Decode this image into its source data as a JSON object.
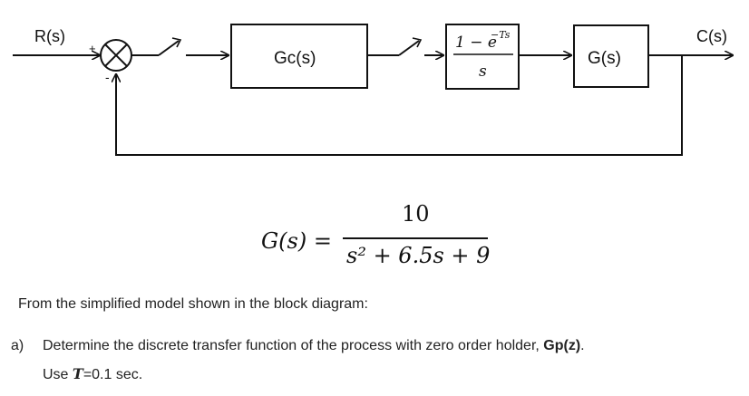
{
  "diagram": {
    "input_label": "R(s)",
    "output_label": "C(s)",
    "sum_plus": "+",
    "sum_minus": "-",
    "controller_label": "Gc(s)",
    "zoh_numerator": "1 − e",
    "zoh_exponent": "−Ts",
    "zoh_denominator": "s",
    "plant_label": "G(s)"
  },
  "formula": {
    "lhs": "G(s) =",
    "numerator": "10",
    "denominator": "s² + 6.5s + 9"
  },
  "text": {
    "intro": "From the simplified model shown in the block diagram:",
    "q_letter": "a)",
    "q_text": "Determine the discrete transfer function of the process with zero order holder,",
    "q_gp": "Gp(z)",
    "q_end": ".",
    "use_prefix": "Use",
    "use_T": "T",
    "use_value": "=0.1 sec."
  }
}
